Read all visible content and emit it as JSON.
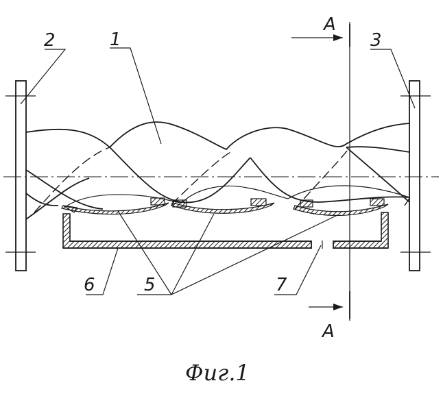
{
  "labels": {
    "auger": "1",
    "left_flange": "2",
    "right_flange": "3",
    "blades": "5",
    "trough": "6",
    "opening": "7"
  },
  "section": {
    "top": "A",
    "bottom": "A"
  },
  "caption": "Фиг.1"
}
